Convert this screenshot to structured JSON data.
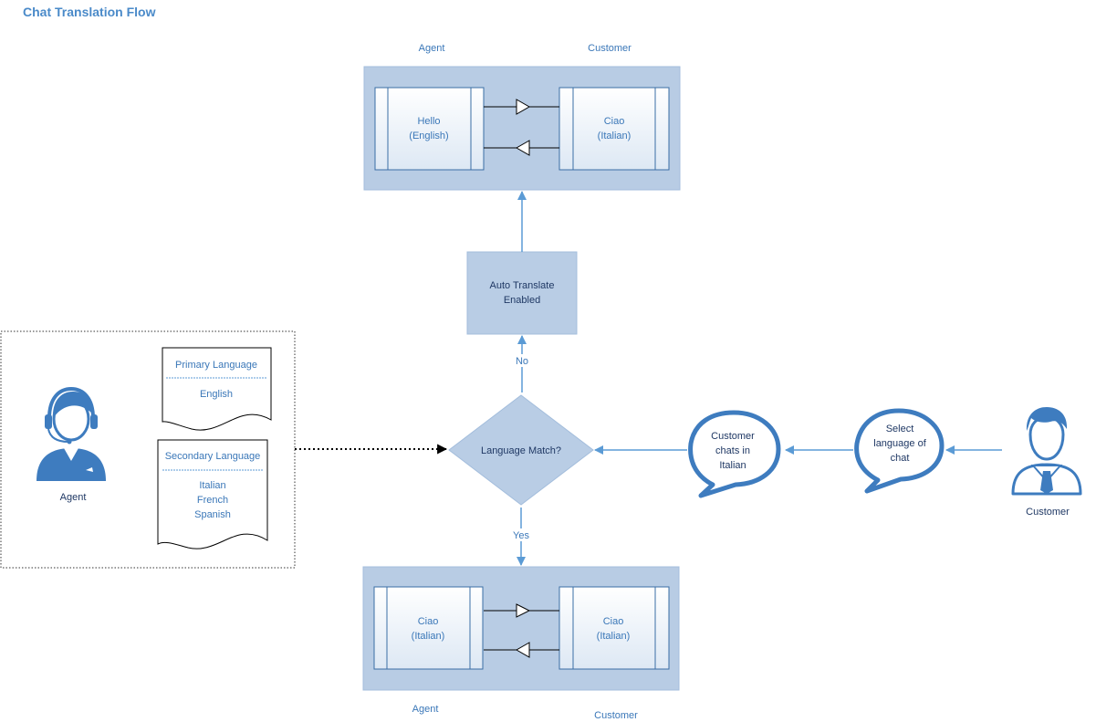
{
  "title": "Chat Translation Flow",
  "top_panel": {
    "agent_label": "Agent",
    "customer_label": "Customer",
    "agent_box": [
      "Hello",
      "(English)"
    ],
    "customer_box": [
      "Ciao",
      "(Italian)"
    ]
  },
  "bottom_panel": {
    "agent_label": "Agent",
    "customer_label": "Customer",
    "agent_box": [
      "Ciao",
      "(Italian)"
    ],
    "customer_box": [
      "Ciao",
      "(Italian)"
    ]
  },
  "auto_translate": [
    "Auto Translate",
    "Enabled"
  ],
  "decision": "Language Match?",
  "no_label": "No",
  "yes_label": "Yes",
  "bubble_chats": [
    "Customer",
    "chats in",
    "Italian"
  ],
  "bubble_select": [
    "Select",
    "language of",
    "chat"
  ],
  "agent_icon_label": "Agent",
  "customer_icon_label": "Customer",
  "primary_doc": {
    "heading": "Primary Language",
    "items": [
      "English"
    ]
  },
  "secondary_doc": {
    "heading": "Secondary Language",
    "items": [
      "Italian",
      "French",
      "Spanish"
    ]
  },
  "colors": {
    "accent": "#5b9bd5",
    "panel": "#b8cce4",
    "node": "#b9cde5",
    "icon": "#3e7cbf",
    "title": "#4a8ac9"
  }
}
